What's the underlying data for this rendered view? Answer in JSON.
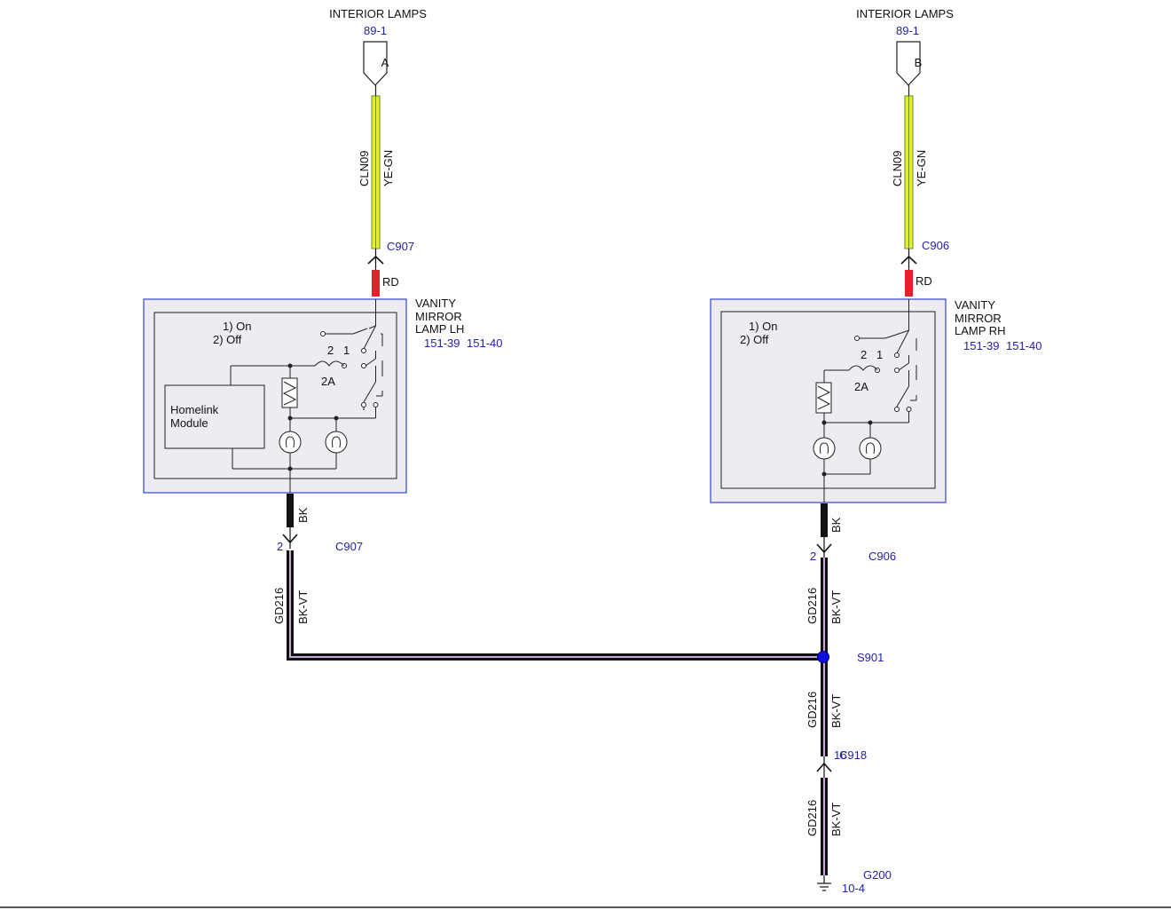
{
  "colors": {
    "wire_yellow": "#e4ef2c",
    "wire_yellow_stripe": "#6a8a2a",
    "wire_red": "#e3212a",
    "wire_black": "#111111",
    "wire_violet_stripe": "#c7a9d6",
    "ref_text": "#2222aa",
    "module_border": "#3344cc",
    "module_fill": "#ececf2",
    "splice_dot": "#1010dd"
  },
  "left": {
    "source_title": "INTERIOR LAMPS",
    "source_ref": "89-1",
    "connector_letter": "A",
    "top_circuit": "CLN09",
    "top_wire_color": "YE-GN",
    "top_connector": "C907",
    "input_wire_color": "RD",
    "component": {
      "line1": "VANITY",
      "line2": "MIRROR",
      "line3": "LAMP LH",
      "ref1": "151-39",
      "ref2": "151-40"
    },
    "switch_legend": {
      "on": "1) On",
      "off": "2) Off"
    },
    "switch_pos_2": "2",
    "switch_pos_1": "1",
    "fuse_rating": "2A",
    "homelink": {
      "line1": "Homelink",
      "line2": "Module"
    },
    "output_wire_color": "BK",
    "bottom_pin": "2",
    "bottom_connector": "C907",
    "ground_circuit": "GD216",
    "ground_wire_color": "BK-VT"
  },
  "right": {
    "source_title": "INTERIOR LAMPS",
    "source_ref": "89-1",
    "connector_letter": "B",
    "top_circuit": "CLN09",
    "top_wire_color": "YE-GN",
    "top_connector": "C906",
    "input_wire_color": "RD",
    "component": {
      "line1": "VANITY",
      "line2": "MIRROR",
      "line3": "LAMP RH",
      "ref1": "151-39",
      "ref2": "151-40"
    },
    "switch_legend": {
      "on": "1) On",
      "off": "2) Off"
    },
    "switch_pos_2": "2",
    "switch_pos_1": "1",
    "fuse_rating": "2A",
    "output_wire_color": "BK",
    "bottom_pin": "2",
    "bottom_connector": "C906",
    "ground_circuit": "GD216",
    "ground_wire_color": "BK-VT"
  },
  "splice": {
    "name": "S901"
  },
  "lower": {
    "circuit_upper": "GD216",
    "color_upper": "BK-VT",
    "connector": "C918",
    "pin": "16",
    "circuit_lower": "GD216",
    "color_lower": "BK-VT"
  },
  "ground": {
    "name": "G200",
    "ref": "10-4"
  }
}
